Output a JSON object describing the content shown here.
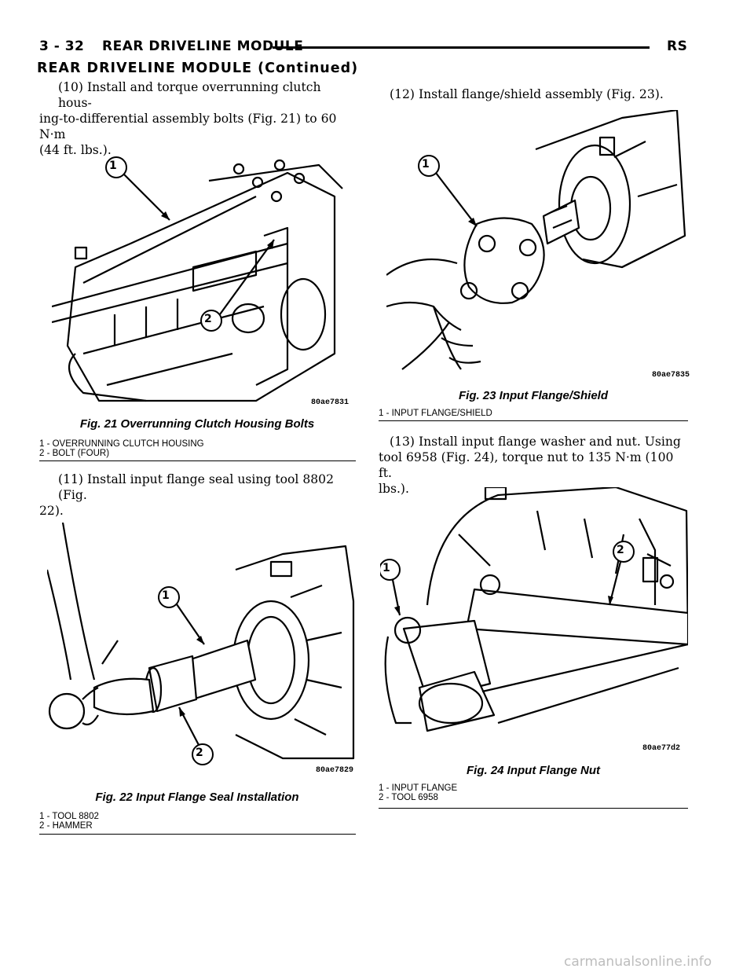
{
  "header": {
    "page_num": "3 - 32",
    "title": "REAR DRIVELINE MODULE",
    "code": "RS"
  },
  "section_title": "REAR DRIVELINE MODULE (Continued)",
  "steps": {
    "s10": [
      "(10) Install and torque overrunning clutch hous-",
      "ing-to-differential assembly bolts (Fig. 21) to 60 N·m",
      "(44 ft. lbs.)."
    ],
    "s11": [
      "(11) Install input flange seal using tool 8802 (Fig.",
      "22)."
    ],
    "s12": [
      "(12) Install flange/shield assembly (Fig. 23)."
    ],
    "s13": [
      "(13) Install input flange washer and nut. Using",
      "tool 6958 (Fig. 24), torque nut to 135 N·m (100 ft.",
      "lbs.)."
    ]
  },
  "figures": {
    "f21": {
      "caption": "Fig. 21 Overrunning Clutch Housing Bolts",
      "legend": [
        "1 - OVERRUNNING CLUTCH HOUSING",
        "2 - BOLT (FOUR)"
      ],
      "code": "80ae7831",
      "callouts": [
        "1",
        "2"
      ]
    },
    "f22": {
      "caption": "Fig. 22 Input Flange Seal Installation",
      "legend": [
        "1 - TOOL 8802",
        "2 - HAMMER"
      ],
      "code": "80ae7829",
      "callouts": [
        "1",
        "2"
      ]
    },
    "f23": {
      "caption": "Fig. 23 Input Flange/Shield",
      "legend": [
        "1 - INPUT FLANGE/SHIELD"
      ],
      "code": "80ae7835",
      "callouts": [
        "1"
      ]
    },
    "f24": {
      "caption": "Fig. 24 Input Flange Nut",
      "legend": [
        "1 - INPUT FLANGE",
        "2 - TOOL 6958"
      ],
      "code": "80ae77d2",
      "callouts": [
        "1",
        "2"
      ]
    }
  },
  "watermark": "carmanualsonline.info"
}
